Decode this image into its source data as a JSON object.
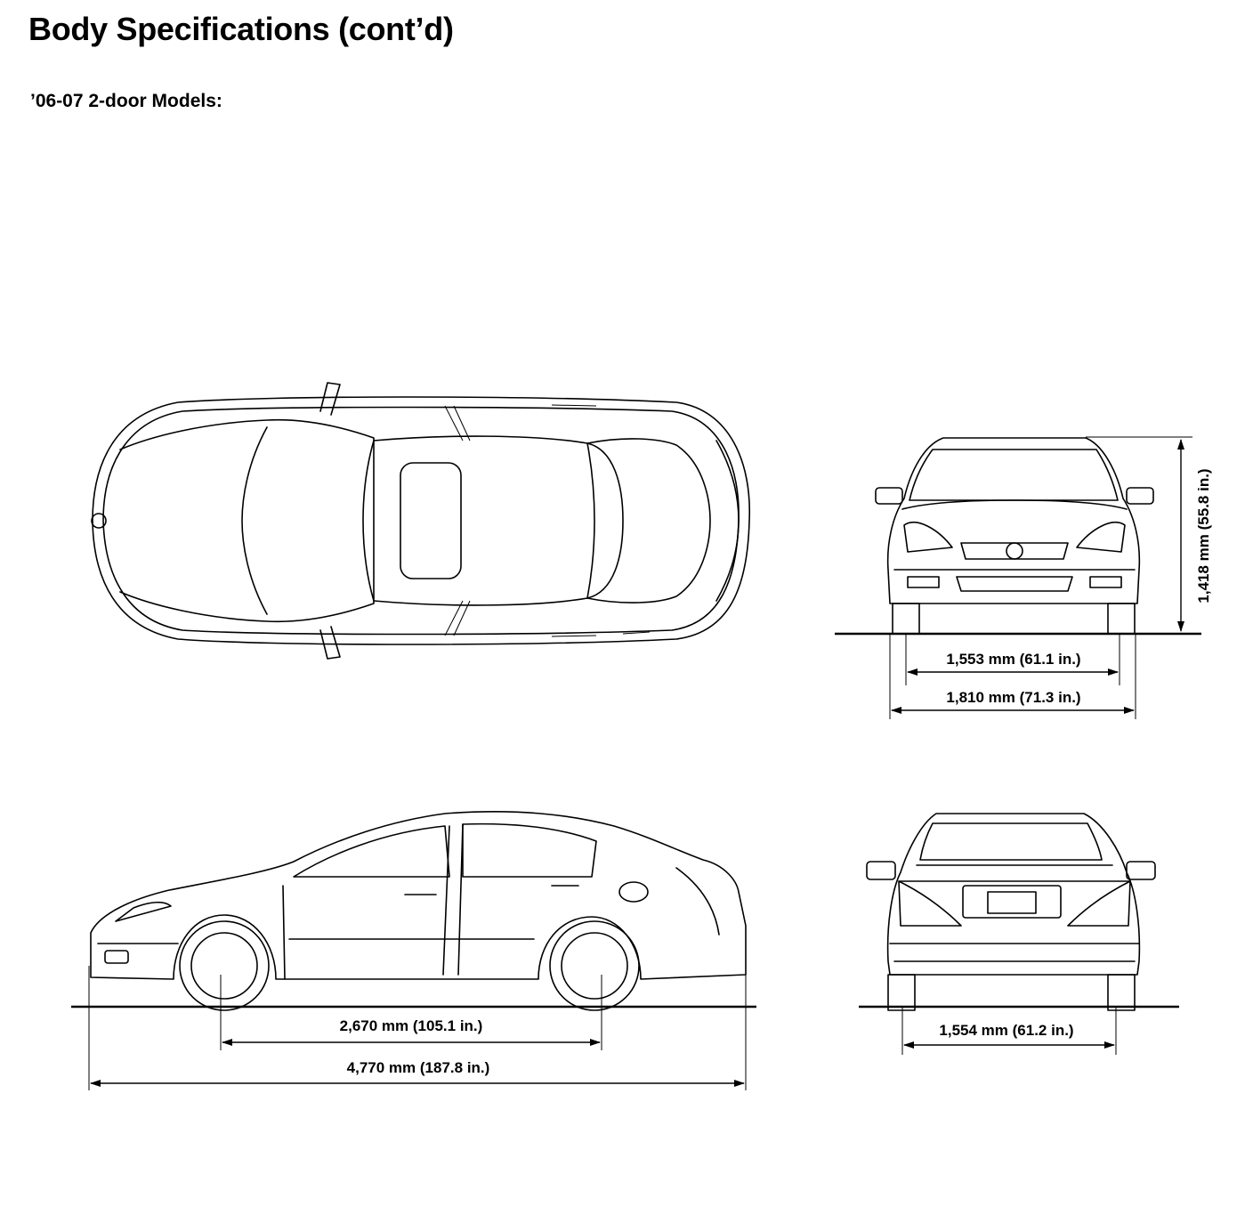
{
  "header": {
    "title": "Body Specifications (cont’d)",
    "subtitle": "’06-07 2-door Models:"
  },
  "dimensions": {
    "front_track": "1,553 mm (61.1 in.)",
    "overall_width": "1,810 mm (71.3 in.)",
    "overall_height": "1,418 mm (55.8 in.)",
    "wheelbase": "2,670 mm (105.1 in.)",
    "overall_length": "4,770 mm (187.8 in.)",
    "rear_track": "1,554 mm (61.2 in.)"
  },
  "colors": {
    "line": "#000000",
    "background": "#ffffff"
  }
}
